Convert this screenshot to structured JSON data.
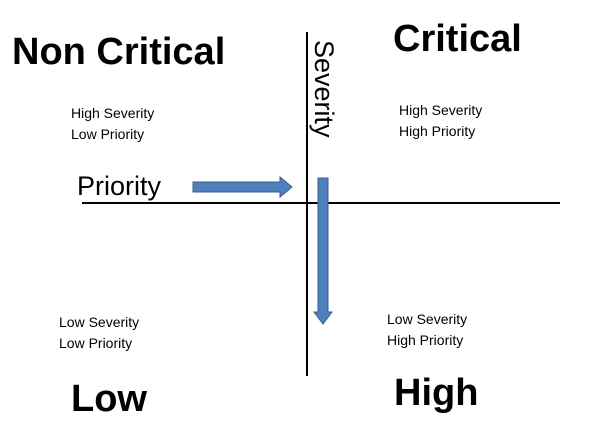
{
  "quadrants": {
    "top_left": {
      "title": "Non Critical",
      "line1": "High Severity",
      "line2": "Low Priority"
    },
    "top_right": {
      "title": "Critical",
      "line1": "High Severity",
      "line2": "High Priority"
    },
    "bottom_left": {
      "title": "Low",
      "line1": "Low Severity",
      "line2": "Low Priority"
    },
    "bottom_right": {
      "title": "High",
      "line1": "Low Severity",
      "line2": "High Priority"
    }
  },
  "axes": {
    "horizontal_label": "Priority",
    "vertical_label": "Severity"
  },
  "colors": {
    "arrow_fill": "#4F81BD",
    "arrow_stroke": "#385D8A",
    "axis_line": "#000000"
  }
}
